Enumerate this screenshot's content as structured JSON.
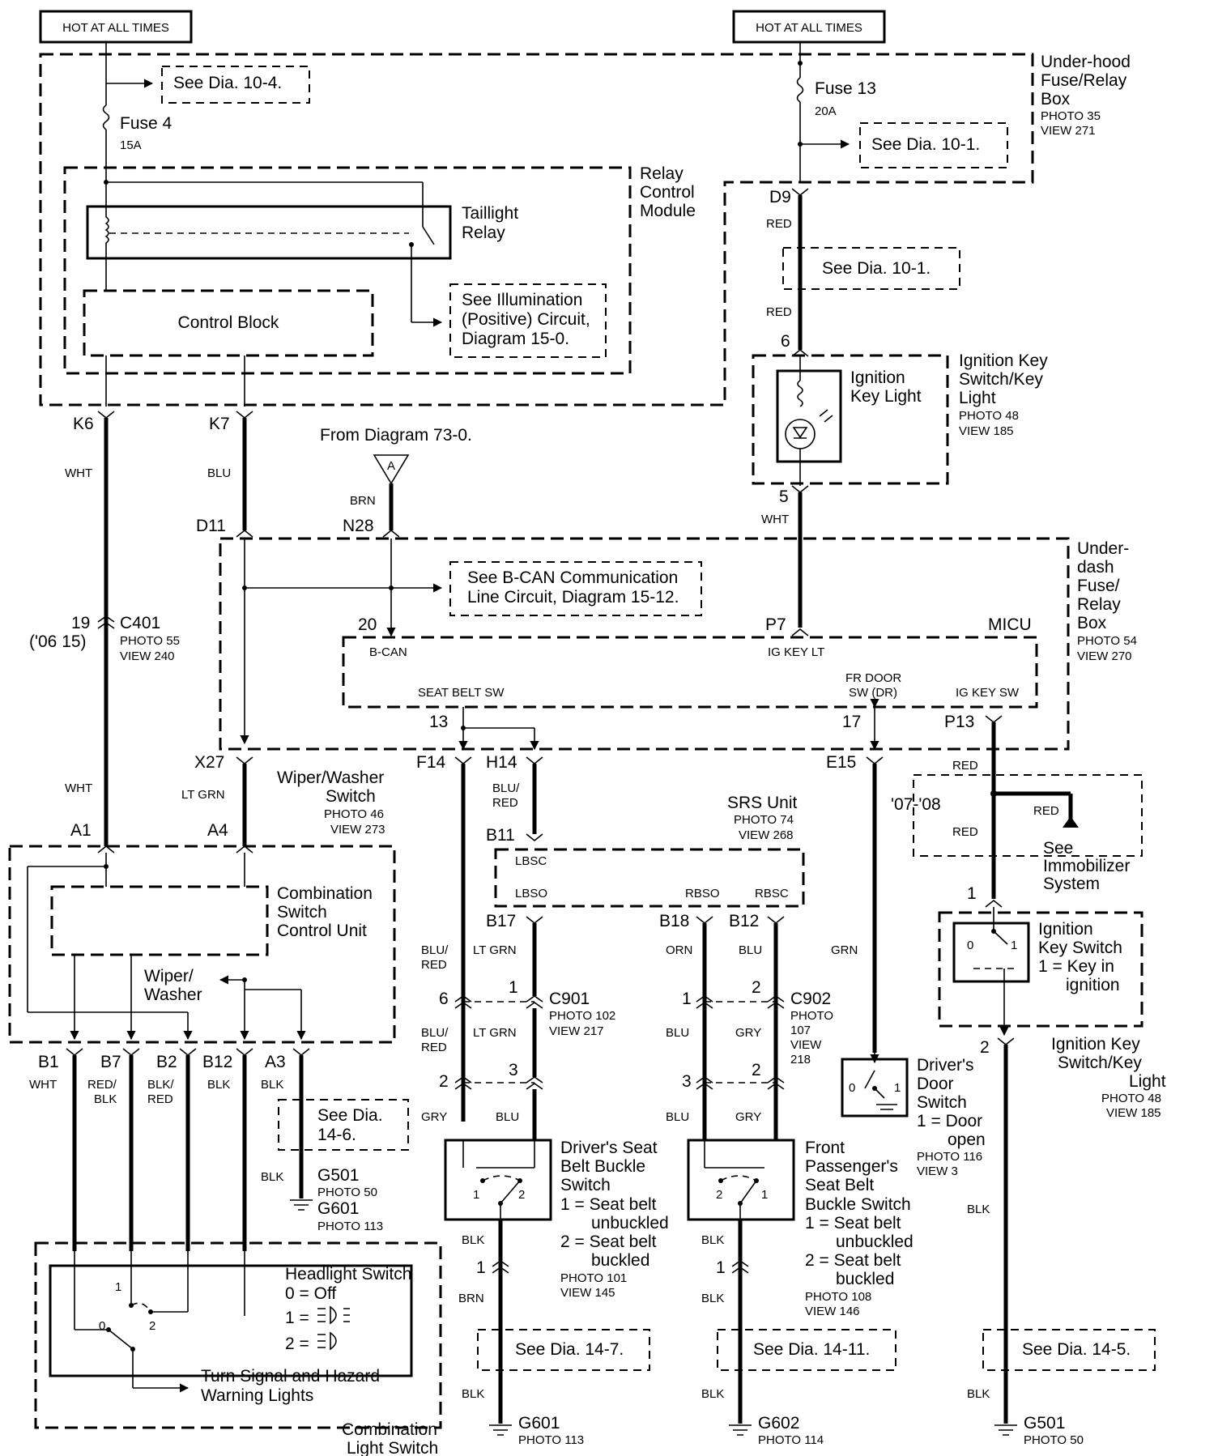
{
  "top": {
    "hot_left": "HOT AT ALL TIMES",
    "hot_right": "HOT AT ALL TIMES"
  },
  "underhood": {
    "title1": "Under-hood",
    "title2": "Fuse/Relay",
    "title3": "Box",
    "photo": "PHOTO 35",
    "view": "VIEW 271",
    "fuse4": "Fuse 4",
    "fuse4_amp": "15A",
    "fuse13": "Fuse 13",
    "fuse13_amp": "20A",
    "see_10_4": "See Dia. 10-4.",
    "see_10_1": "See Dia. 10-1."
  },
  "relay_module": {
    "title1": "Relay",
    "title2": "Control",
    "title3": "Module",
    "taillight1": "Taillight",
    "taillight2": "Relay",
    "control_block": "Control Block",
    "illum1": "See  Illumination",
    "illum2": "(Positive) Circuit,",
    "illum3": "Diagram 15-0."
  },
  "ignition_light": {
    "d9": "D9",
    "red1": "RED",
    "see_10_1": "See Dia. 10-1.",
    "red2": "RED",
    "pin6": "6",
    "pin5": "5",
    "wht": "WHT",
    "name1": "Ignition",
    "name2": "Key Light",
    "side1": "Ignition Key",
    "side2": "Switch/Key",
    "side3": "Light",
    "photo": "PHOTO 48",
    "view": "VIEW 185"
  },
  "left_wires": {
    "k6": "K6",
    "k7": "K7",
    "wht": "WHT",
    "blu": "BLU",
    "d11": "D11",
    "pin19": "19",
    "pin19b": "('06 15)",
    "c401": "C401",
    "c401_photo": "PHOTO 55",
    "c401_view": "VIEW 240",
    "x27": "X27",
    "ltgrn": "LT GRN",
    "wht2": "WHT",
    "a1": "A1",
    "a4": "A4"
  },
  "from_diagram": {
    "text": "From Diagram 73-0.",
    "tri": "A",
    "brn": "BRN",
    "n28": "N28"
  },
  "underdash": {
    "title1": "Under-",
    "title2": "dash",
    "title3": "Fuse/",
    "title4": "Relay",
    "title5": "Box",
    "photo": "PHOTO 54",
    "view": "VIEW 270",
    "bcan1": "See B-CAN Communication",
    "bcan2": "Line Circuit, Diagram 15-12.",
    "pin20": "20",
    "p7": "P7",
    "micu": "MICU",
    "bcan_label": "B-CAN",
    "igkeylt": "IG KEY LT",
    "seatbelt": "SEAT BELT SW",
    "frdoor1": "FR DOOR",
    "frdoor2": "SW (DR)",
    "igkeysw": "IG KEY SW",
    "pin13": "13",
    "pin17": "17",
    "p13": "P13"
  },
  "wiper": {
    "title1": "Wiper/Washer",
    "title2": "Switch",
    "photo": "PHOTO 46",
    "view": "VIEW 273"
  },
  "combo": {
    "csu1": "Combination",
    "csu2": "Switch",
    "csu3": "Control Unit",
    "ww1": "Wiper/",
    "ww2": "Washer",
    "b1": "B1",
    "b7": "B7",
    "b2": "B2",
    "b12": "B12",
    "a3": "A3",
    "c_wht": "WHT",
    "c_redblk1": "RED/",
    "c_redblk2": "BLK",
    "c_blkred1": "BLK/",
    "c_blkred2": "RED",
    "c_blk": "BLK",
    "c_blk2": "BLK",
    "see_14_6a": "See Dia.",
    "see_14_6b": "14-6.",
    "blk3": "BLK",
    "g501": "G501",
    "g501_photo": "PHOTO 50",
    "g601": "G601",
    "g601_photo": "PHOTO 113"
  },
  "headlight": {
    "title": "Headlight Switch",
    "off": "0 = Off",
    "one": "1 =",
    "two": "2 =",
    "p0": "0",
    "p1": "1",
    "p2": "2",
    "turn1": "Turn Signal and Hazard",
    "turn2": "Warning Lights",
    "cls1": "Combination",
    "cls2": "Light Switch"
  },
  "driver_belt": {
    "f14": "F14",
    "h14": "H14",
    "blured1": "BLU/",
    "blured2": "RED",
    "b11": "B11",
    "lbsc": "LBSC",
    "lbso": "LBSO",
    "rbso": "RBSO",
    "rbsc": "RBSC",
    "b17": "B17",
    "bluredb1": "BLU/",
    "bluredb2": "RED",
    "ltgrn": "LT GRN",
    "c901": "C901",
    "c901_photo": "PHOTO 102",
    "c901_view": "VIEW 217",
    "pin6": "6",
    "pin1": "1",
    "bluredc1": "BLU/",
    "bluredc2": "RED",
    "ltgrn2": "LT GRN",
    "pin2": "2",
    "pin3": "3",
    "gry": "GRY",
    "blu": "BLU",
    "name1": "Driver's Seat",
    "name2": "Belt Buckle",
    "name3": "Switch",
    "st1a": "1 = Seat belt",
    "st1b": "unbuckled",
    "st2a": "2 = Seat belt",
    "st2b": "buckled",
    "photo": "PHOTO 101",
    "view": "VIEW 145",
    "sw1": "1",
    "sw2": "2",
    "blk": "BLK",
    "pinl1": "1",
    "brn": "BRN",
    "see": "See Dia. 14-7.",
    "blk2": "BLK",
    "g601": "G601",
    "g601_photo": "PHOTO 113"
  },
  "srs": {
    "title": "SRS Unit",
    "photo": "PHOTO 74",
    "view": "VIEW 268"
  },
  "pass_belt": {
    "b18": "B18",
    "b12": "B12",
    "orn": "ORN",
    "blu": "BLU",
    "c902": "C902",
    "c902_photo1": "PHOTO",
    "c902_photo2": "107",
    "c902_view1": "VIEW",
    "c902_view2": "218",
    "pin1": "1",
    "pin2": "2",
    "blu2": "BLU",
    "gry": "GRY",
    "pin3": "3",
    "pin2b": "2",
    "blu3": "BLU",
    "gry2": "GRY",
    "name1": "Front",
    "name2": "Passenger's",
    "name3": "Seat Belt",
    "name4": "Buckle Switch",
    "st1a": "1 = Seat belt",
    "st1b": "unbuckled",
    "st2a": "2 = Seat belt",
    "st2b": "buckled",
    "photo": "PHOTO 108",
    "view": "VIEW 146",
    "sw1": "1",
    "sw2": "2",
    "blk": "BLK",
    "pinl1": "1",
    "blk2": "BLK",
    "see": "See Dia. 14-11.",
    "blk3": "BLK",
    "g602": "G602",
    "g602_photo": "PHOTO 114"
  },
  "door": {
    "e15": "E15",
    "grn": "GRN",
    "name1": "Driver's",
    "name2": "Door",
    "name3": "Switch",
    "st1a": "1 = Door",
    "st1b": "open",
    "photo": "PHOTO 116",
    "view": "VIEW 3",
    "sw0": "0",
    "sw1": "1"
  },
  "ignition_switch": {
    "red1": "RED",
    "years": "'07-'08",
    "red2": "RED",
    "red3": "RED",
    "imm1": "See",
    "imm2": "Immobilizer",
    "imm3": "System",
    "pin1": "1",
    "pin2": "2",
    "name1": "Ignition",
    "name2": "Key Switch",
    "name3": "1 = Key in",
    "name4": "ignition",
    "sw0": "0",
    "sw1": "1",
    "side1": "Ignition Key",
    "side2": "Switch/Key",
    "side3": "Light",
    "photo": "PHOTO 48",
    "view": "VIEW 185",
    "blk": "BLK",
    "see": "See Dia. 14-5.",
    "blk2": "BLK",
    "g501": "G501",
    "g501_photo": "PHOTO 50"
  }
}
